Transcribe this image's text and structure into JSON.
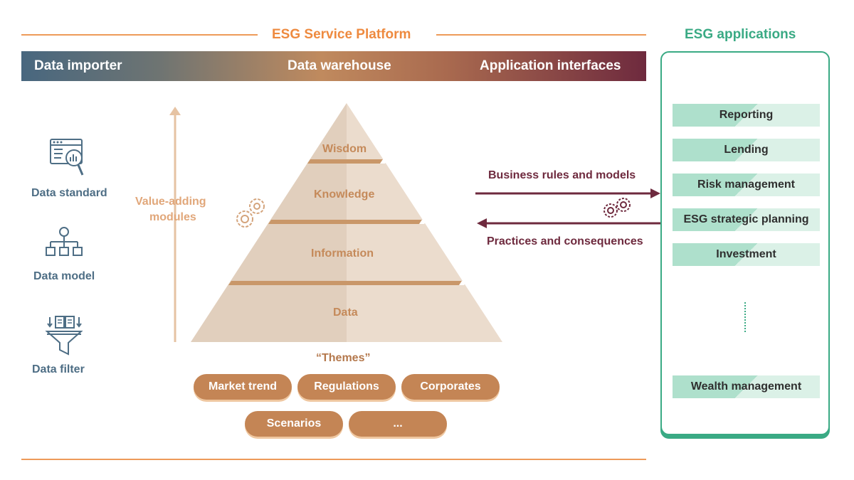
{
  "header": {
    "platform_title": "ESG Service Platform",
    "apps_title": "ESG applications"
  },
  "band": {
    "left": "Data importer",
    "center": "Data warehouse",
    "right": "Application interfaces"
  },
  "importer_tools": [
    {
      "label": "Data standard",
      "icon": "data-standard-icon"
    },
    {
      "label": "Data model",
      "icon": "data-model-icon"
    },
    {
      "label": "Data filter",
      "icon": "data-filter-icon"
    }
  ],
  "value_adding": {
    "line1": "Value-adding",
    "line2": "modules"
  },
  "pyramid": {
    "levels": [
      "Wisdom",
      "Knowledge",
      "Information",
      "Data"
    ]
  },
  "themes": {
    "title": "“Themes”",
    "items": [
      "Market trend",
      "Regulations",
      "Corporates",
      "Scenarios",
      "..."
    ]
  },
  "flows": {
    "outbound": "Business rules and models",
    "inbound": "Practices and consequences"
  },
  "applications": {
    "items": [
      "Reporting",
      "Lending",
      "Risk management",
      "ESG strategic planning",
      "Investment"
    ],
    "last": "Wealth management"
  },
  "colors": {
    "accent_orange": "#ee9a59",
    "app_green": "#3aaa84",
    "flow_maroon": "#6e2a3e",
    "importer_blue": "#4e6e85",
    "pyramid_tan": "#c58a5a"
  }
}
